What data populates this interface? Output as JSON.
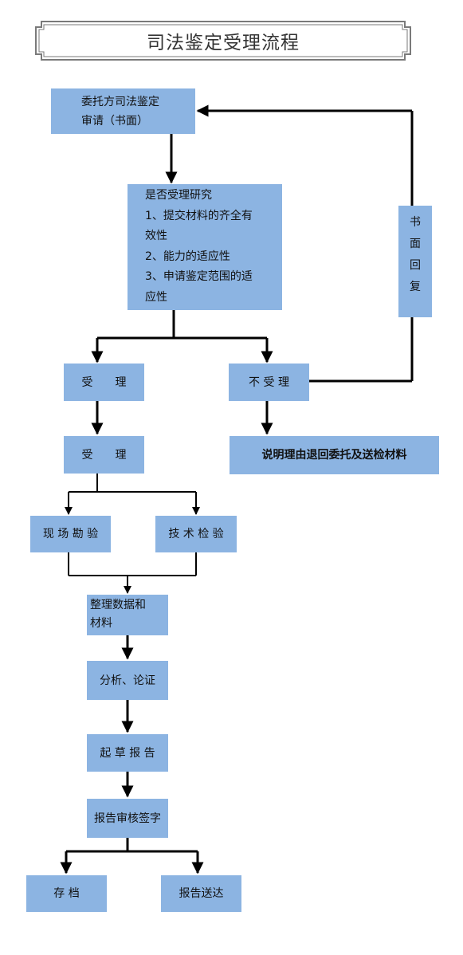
{
  "title": "司法鉴定受理流程",
  "nodes": {
    "application": {
      "lines": [
        "委托方司法鉴定",
        "审请（书面）"
      ]
    },
    "review": {
      "lines": [
        "是否受理研究",
        "1、提交材料的齐全有",
        "效性",
        "2、能力的适应性",
        "3、申请鉴定范围的适",
        "应性"
      ]
    },
    "accept_1": {
      "text": "受　　理"
    },
    "reject": {
      "text": "不 受 理"
    },
    "written_reply": {
      "lines": [
        "书",
        "面",
        "回",
        "复"
      ]
    },
    "accept_2": {
      "text": "受　　理"
    },
    "return_materials": {
      "text": "说明理由退回委托及送检材料"
    },
    "site_survey": {
      "text": "现 场 勘 验"
    },
    "tech_inspection": {
      "text": "技 术 检 验"
    },
    "organize_data": {
      "lines": [
        "整理数据和",
        "材料"
      ]
    },
    "analysis": {
      "text": "分析、论证"
    },
    "draft": {
      "text": "起 草 报 告"
    },
    "report_review": {
      "text": "报告审核签字"
    },
    "archive": {
      "text": "存 档"
    },
    "delivery": {
      "text": "报告送达"
    }
  },
  "colors": {
    "box_fill": "#8cb4e2",
    "line": "#000000",
    "frame": "#7a7a7a"
  }
}
